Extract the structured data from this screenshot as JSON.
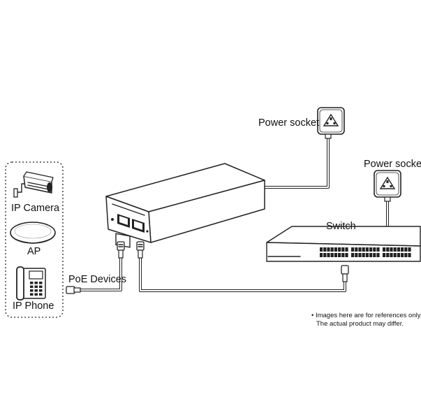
{
  "labels": {
    "power_socket_top": "Power socket",
    "power_socket_right": "Power socket",
    "switch": "Switch",
    "ip_camera": "IP Camera",
    "ap": "AP",
    "ip_phone": "IP Phone",
    "poe_devices": "PoE Devices"
  },
  "disclaimer": {
    "line1": "• Images here are for references only.",
    "line2": "The actual product may differ."
  },
  "icons": [
    "power-socket-icon",
    "poe-injector-icon",
    "network-switch-icon",
    "ip-camera-icon",
    "access-point-icon",
    "ip-phone-icon",
    "rj45-plug-icon"
  ]
}
